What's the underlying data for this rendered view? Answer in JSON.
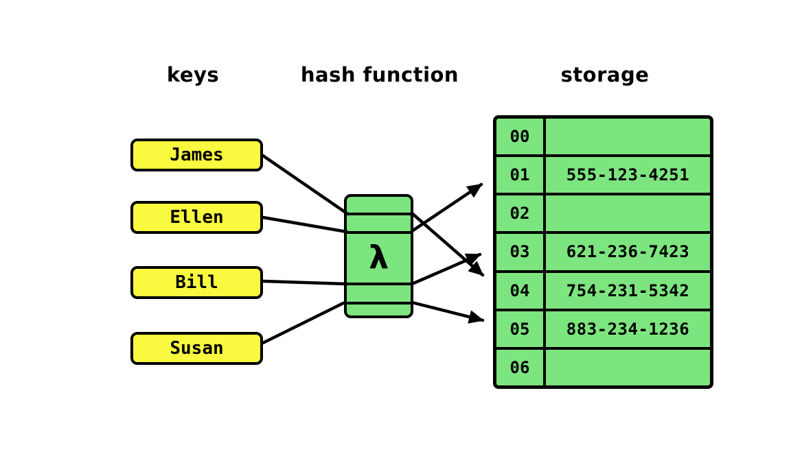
{
  "headers": {
    "keys": "keys",
    "hash_function": "hash function",
    "storage": "storage"
  },
  "keys": [
    {
      "label": "James"
    },
    {
      "label": "Ellen"
    },
    {
      "label": "Bill"
    },
    {
      "label": "Susan"
    }
  ],
  "hash_function": {
    "symbol": "λ"
  },
  "storage": {
    "rows": [
      {
        "index": "00",
        "value": ""
      },
      {
        "index": "01",
        "value": "555-123-4251"
      },
      {
        "index": "02",
        "value": ""
      },
      {
        "index": "03",
        "value": "621-236-7423"
      },
      {
        "index": "04",
        "value": "754-231-5342"
      },
      {
        "index": "05",
        "value": "883-234-1236"
      },
      {
        "index": "06",
        "value": ""
      }
    ]
  },
  "connections": [
    {
      "from": "James",
      "to": "04",
      "in_line": [
        383,
        227,
        505,
        311
      ],
      "out_arrow": [
        600,
        311,
        703,
        401
      ]
    },
    {
      "from": "Ellen",
      "to": "01",
      "in_line": [
        383,
        317,
        505,
        338
      ],
      "out_arrow": [
        600,
        337,
        701,
        269
      ]
    },
    {
      "from": "Bill",
      "to": "03",
      "in_line": [
        383,
        410,
        505,
        414
      ],
      "out_arrow": [
        600,
        414,
        699,
        371
      ]
    },
    {
      "from": "Susan",
      "to": "05",
      "in_line": [
        383,
        500,
        500,
        442
      ],
      "out_arrow": [
        600,
        441,
        703,
        467
      ]
    }
  ],
  "colors": {
    "key_fill": "#f9f93f",
    "cell_fill": "#7de57f",
    "ink": "#000000",
    "background": "#ffffff"
  }
}
